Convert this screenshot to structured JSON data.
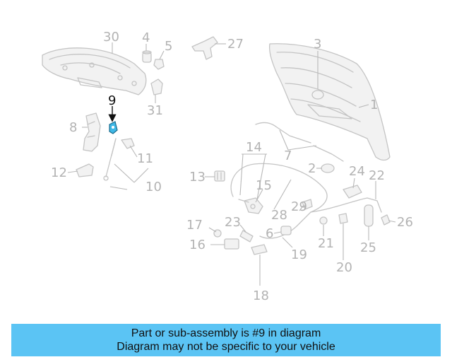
{
  "labels": {
    "l1": "1",
    "l2": "2",
    "l3": "3",
    "l4": "4",
    "l5": "5",
    "l6": "6",
    "l7": "7",
    "l8": "8",
    "l9": "9",
    "l10": "10",
    "l11": "11",
    "l12": "12",
    "l13": "13",
    "l14": "14",
    "l15": "15",
    "l16": "16",
    "l17": "17",
    "l18": "18",
    "l19": "19",
    "l20": "20",
    "l21": "21",
    "l22": "22",
    "l23": "23",
    "l24": "24",
    "l25": "25",
    "l26": "26",
    "l27": "27",
    "l28": "28",
    "l29": "29",
    "l30": "30",
    "l31": "31"
  },
  "highlight": {
    "part": "9",
    "color": "#3fb8e6"
  },
  "caption": {
    "line1": "Part or sub-assembly is #9 in diagram",
    "line2": "Diagram may not be specific to your vehicle",
    "background": "#5bc4f4"
  }
}
